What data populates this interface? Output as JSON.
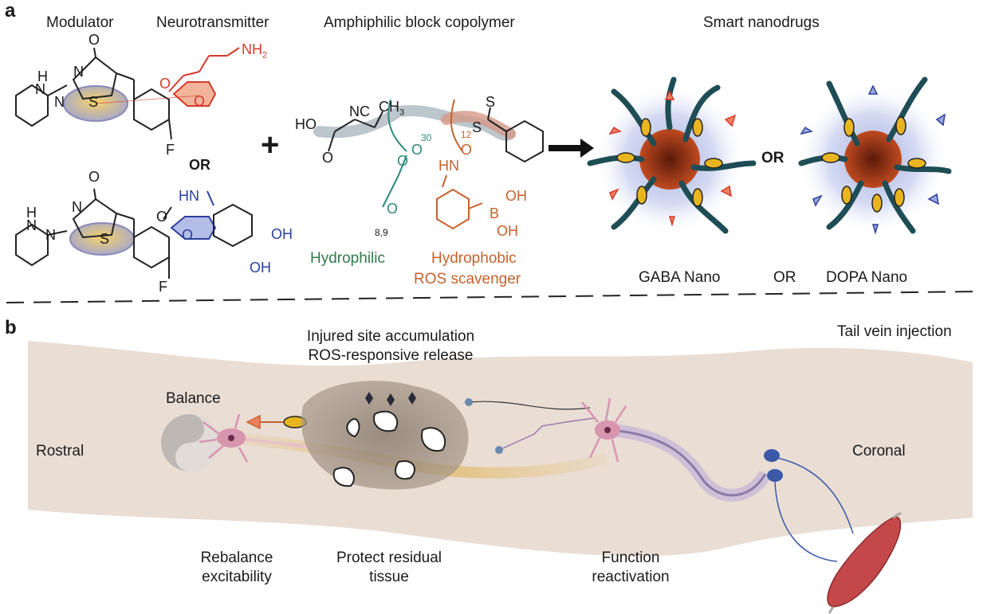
{
  "panel_a": {
    "label": "a",
    "headers": {
      "modulator": "Modulator",
      "neurotransmitter": "Neurotransmitter",
      "copolymer": "Amphiphilic block copolymer",
      "nanodrugs": "Smart nanodrugs"
    },
    "chem": {
      "o_top": "O",
      "n_top": "N",
      "h_top": "H",
      "n_ring_top": "N",
      "n_link_top": "N",
      "s_top": "S",
      "nh2": "NH",
      "nh2_sub": "2",
      "o_ester_top": "O",
      "o_carbonyl_top": "O",
      "f_top": "F",
      "or_middle": "OR",
      "o_bottom": "O",
      "n_bottom": "N",
      "h_bottom": "H",
      "n_ring_bottom": "N",
      "n_link_bottom": "N",
      "s_bottom": "S",
      "hn_bottom": "HN",
      "o_ester_bottom": "O",
      "o_carbonyl_bottom": "O",
      "oh1": "OH",
      "oh2": "OH",
      "f_bottom": "F",
      "plus": "+",
      "ho": "HO",
      "nc": "NC",
      "ch3": "CH",
      "ch3_sub": "3",
      "o_acid": "O",
      "n30": "30",
      "n12": "12",
      "s_thio": "S",
      "s_thio2": "S",
      "o_peg1": "O",
      "o_peg2": "O",
      "o_amide": "O",
      "hn_amide": "HN",
      "o_peg_end": "O",
      "n89": "8,9",
      "b": "B",
      "boh1": "OH",
      "boh2": "OH",
      "hydrophilic": "Hydrophilic",
      "hydrophobic": "Hydrophobic",
      "ros": "ROS scavenger",
      "or_nano": "OR",
      "gaba": "GABA Nano",
      "or_bottom_row": "OR",
      "dopa": "DOPA Nano"
    }
  },
  "panel_b": {
    "label": "b",
    "injured_line1": "Injured site accumulation",
    "injured_line2": "ROS-responsive release",
    "tail": "Tail vein injection",
    "balance": "Balance",
    "rostral": "Rostral",
    "coronal": "Coronal",
    "rebalance_line1": "Rebalance",
    "rebalance_line2": "excitability",
    "protect_line1": "Protect residual",
    "protect_line2": "tissue",
    "function_line1": "Function",
    "function_line2": "reactivation"
  },
  "colors": {
    "neurotransmitter_red": "#d63a2a",
    "dopa_blue": "#2d3f9a",
    "hydrophilic_green": "#2f7a4a",
    "hydrophobic_orange": "#c4622d",
    "spinal_cord": "#e9ddd4",
    "nano_core": "#a83a1a",
    "polymer_teal": "#1f4d55"
  }
}
